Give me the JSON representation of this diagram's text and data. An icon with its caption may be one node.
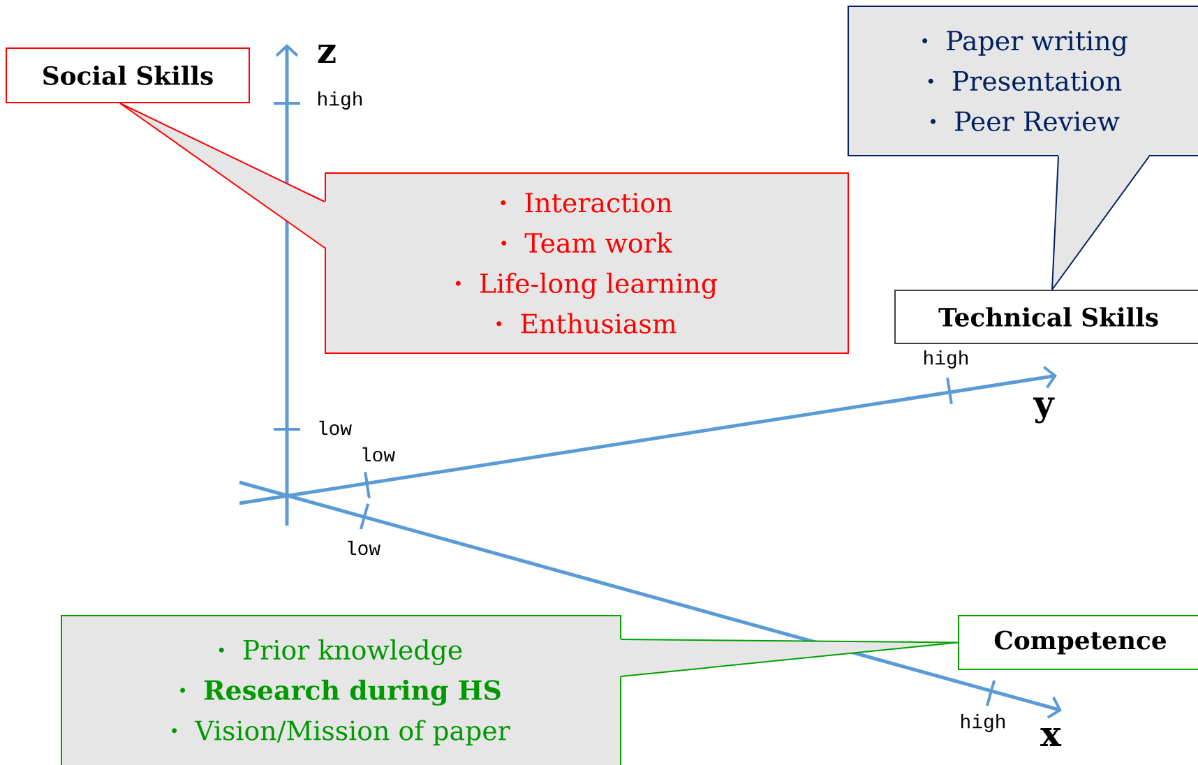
{
  "diagram": {
    "nodes": [
      {
        "text": [
          "Social Skills"
        ]
      },
      {
        "text": [
          "Interaction",
          "Team work",
          "Life-long learning",
          "Enthusiasm"
        ]
      },
      {
        "text": [
          "Paper writing",
          "Presentation",
          "Peer Review"
        ]
      },
      {
        "text": [
          "Technical Skills"
        ]
      },
      {
        "text": [
          "Competence"
        ]
      },
      {
        "text": [
          "Prior knowledge",
          "Research during HS",
          "Vision/Mission of paper"
        ]
      }
    ],
    "edges": [
      {
        "from": 0,
        "to": 1,
        "arrow": "none",
        "color": "#ff0000"
      },
      {
        "from": 3,
        "to": 2,
        "arrow": "none",
        "color": "#002060"
      },
      {
        "from": 4,
        "to": 5,
        "arrow": "none",
        "color": "#00a000"
      }
    ],
    "labels": [
      "z",
      "high",
      "low",
      "high",
      "y",
      "low",
      "low",
      "high",
      "x"
    ]
  }
}
